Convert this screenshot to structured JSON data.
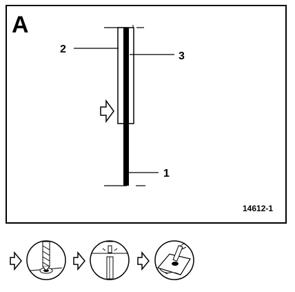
{
  "figure": {
    "panel_letter": "A",
    "callouts": [
      "1",
      "2",
      "3"
    ],
    "reference_number": "14612-1"
  },
  "procedure_steps": [
    {
      "icon": "drilling-step-icon"
    },
    {
      "icon": "blowing-out-step-icon"
    },
    {
      "icon": "sealing-surface-step-icon"
    }
  ],
  "colors": {
    "ink": "#000000",
    "paper": "#ffffff"
  }
}
